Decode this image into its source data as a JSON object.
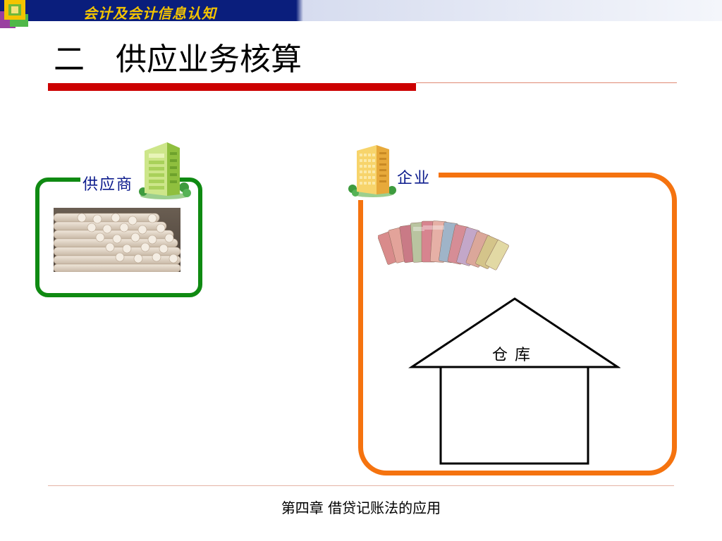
{
  "header": {
    "course_title": "会计及会计信息认知"
  },
  "slide": {
    "title": "二　供应业务核算"
  },
  "diagram": {
    "supplier_label": "供应商",
    "enterprise_label": "企业",
    "warehouse_label": "仓库"
  },
  "footer": {
    "chapter": "第四章 借贷记账法的应用"
  },
  "colors": {
    "header_navy": "#0a1e7c",
    "header_gold": "#f4c400",
    "title_bar_red": "#cc0000",
    "supplier_frame_green": "#0f8a12",
    "enterprise_frame_orange": "#f5730f",
    "label_blue": "#0b1a8c"
  },
  "icons": {
    "header_logo": "stacked-squares-logo-icon",
    "supplier_building": "office-building-icon",
    "enterprise_building": "office-building-icon",
    "materials": "wood-logs-image",
    "cash": "banknote-stacks-image",
    "warehouse": "house-outline-icon"
  }
}
